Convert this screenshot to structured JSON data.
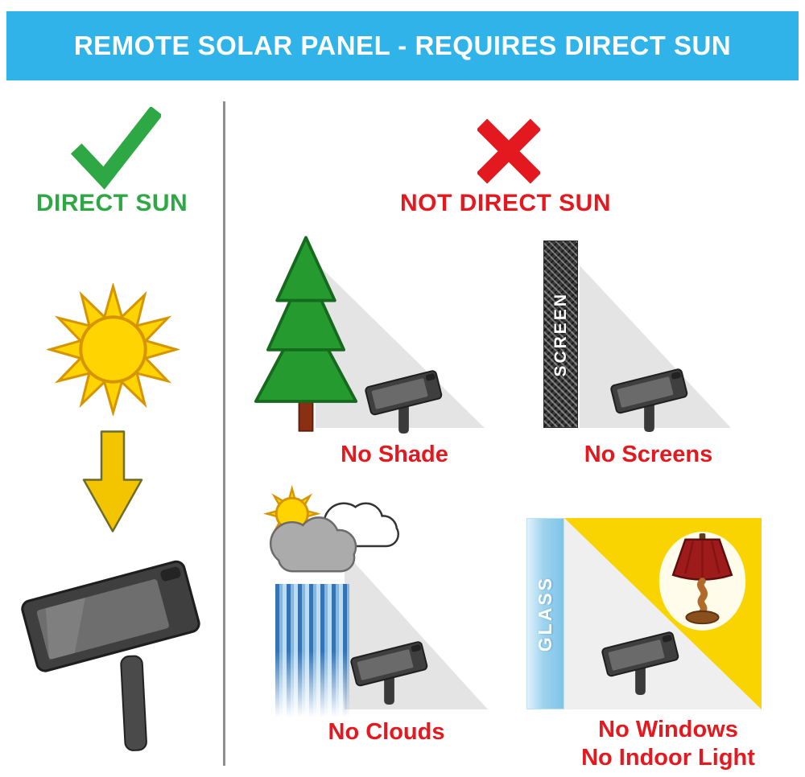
{
  "colors": {
    "header-bg": "#2FB3E8",
    "green": "#2DA845",
    "red": "#E3191F",
    "sun-yellow": "#FFD400",
    "arrow-yellow": "#F2C500",
    "panel-dark": "#3F3F3F",
    "triangle-gray": "#E4E4E4",
    "tree-green": "#259A2E",
    "trunk-brown": "#8B2F13",
    "glass-blue": "#7CC4E8",
    "lamp-red": "#9E1B1B",
    "window-yellow": "#F9D400"
  },
  "header": {
    "title": "REMOTE SOLAR PANEL - REQUIRES DIRECT SUN"
  },
  "left_column": {
    "label": "DIRECT SUN"
  },
  "right_column": {
    "label": "NOT DIRECT SUN"
  },
  "quadrants": {
    "shade": {
      "caption": "No Shade"
    },
    "screens": {
      "caption": "No Screens",
      "bar_label": "SCREEN"
    },
    "clouds": {
      "caption": "No Clouds"
    },
    "windows": {
      "caption_line1": "No Windows",
      "caption_line2": "No Indoor Light",
      "bar_label": "GLASS"
    }
  }
}
